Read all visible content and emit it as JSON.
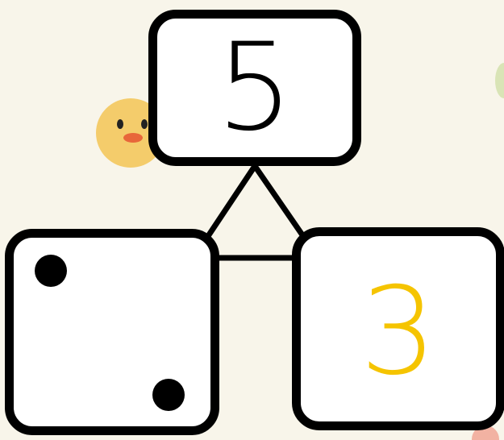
{
  "puzzle": {
    "top": {
      "value": "5",
      "color": "#000000"
    },
    "left": {
      "dots": 2
    },
    "right": {
      "value": "3",
      "color": "#f5c400"
    }
  },
  "colors": {
    "background": "#f8f5ea",
    "card_fill": "#ffffff",
    "card_border": "#000000",
    "chick": "#f4cc6b",
    "chick_beak": "#e8663a"
  },
  "decorations": [
    "chick-icon",
    "green-bubble",
    "pink-bubble"
  ]
}
